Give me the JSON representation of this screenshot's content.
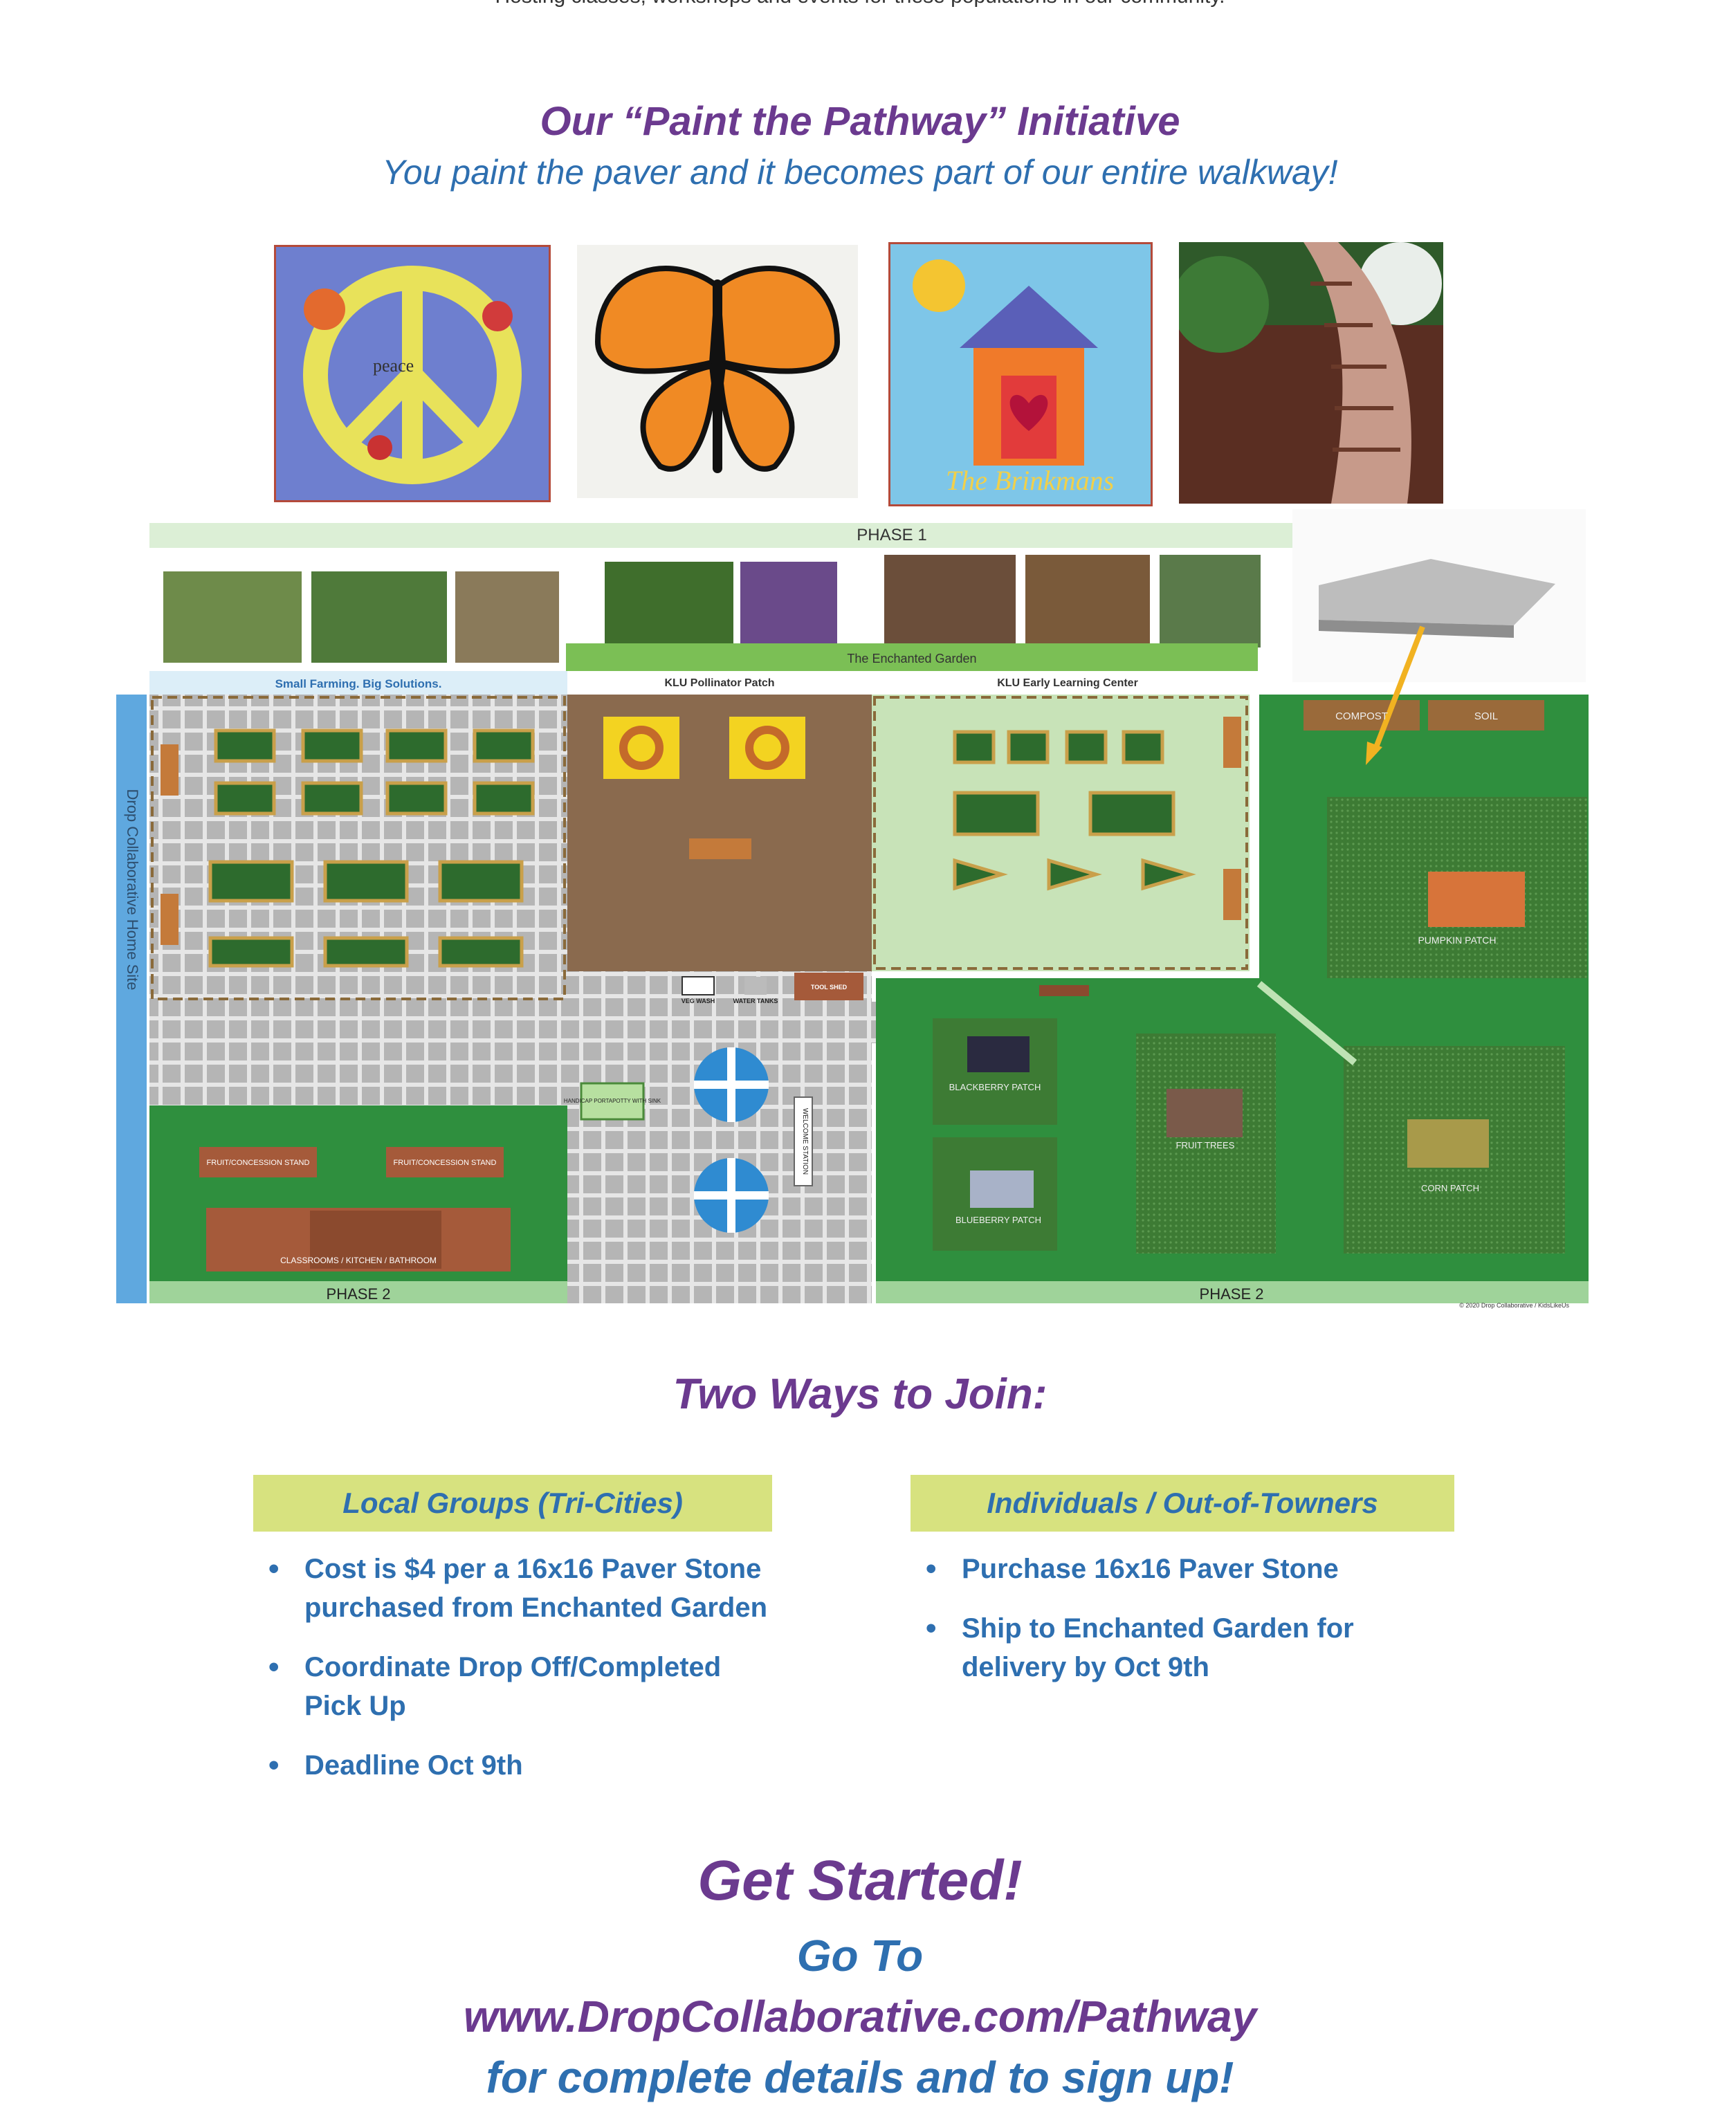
{
  "header": {
    "intro_line": "Hosting classes, workshops and events for these populations in our community."
  },
  "initiative": {
    "title": "Our “Paint the Pathway” Initiative",
    "subtitle": "You paint the paver and it becomes part of our entire walkway!"
  },
  "photos": [
    {
      "name": "peace-paver-photo",
      "text": "peace"
    },
    {
      "name": "butterfly-paver-photo",
      "text": ""
    },
    {
      "name": "house-paver-photo",
      "text": "The Brinkmans"
    },
    {
      "name": "pathway-photo",
      "text": ""
    }
  ],
  "site_map": {
    "phase1": "PHASE 1",
    "enchanted_garden": "The Enchanted Garden",
    "small_farming": "Small Farming. Big Solutions.",
    "pollinator": "KLU Pollinator Patch",
    "early_learning": "KLU Early Learning Center",
    "home_site": "Drop Collaborative Home Site",
    "compost": "COMPOST",
    "soil": "SOIL",
    "pumpkin": "PUMPKIN PATCH",
    "veg_wash": "VEG WASH",
    "water_tanks": "WATER TANKS",
    "tool_shed": "TOOL SHED",
    "handicap": "HANDICAP PORTAPOTTY WITH SINK",
    "welcome": "WELCOME STATION",
    "fruit_stand_1": "FRUIT/CONCESSION STAND",
    "fruit_stand_2": "FRUIT/CONCESSION STAND",
    "classrooms": "CLASSROOMS / KITCHEN / BATHROOM",
    "blackberry": "BLACKBERRY PATCH",
    "blueberry": "BLUEBERRY PATCH",
    "fruit_trees": "FRUIT TREES",
    "corn": "CORN PATCH",
    "phase2_left": "PHASE 2",
    "phase2_right": "PHASE 2",
    "copyright": "© 2020 Drop Collaborative / KidsLikeUs"
  },
  "join": {
    "title": "Two Ways to Join:",
    "local": {
      "heading": "Local Groups (Tri-Cities)",
      "items": [
        "Cost is $4 per a 16x16 Paver Stone purchased from Enchanted Garden",
        "Coordinate Drop Off/Completed Pick Up",
        "Deadline Oct 9th"
      ]
    },
    "individual": {
      "heading": "Individuals / Out-of-Towners",
      "items": [
        "Purchase 16x16 Paver Stone",
        "Ship to Enchanted Garden for delivery by Oct 9th"
      ]
    }
  },
  "cta": {
    "get_started": "Get Started!",
    "go_to": "Go To",
    "url": "www.DropCollaborative.com/Pathway",
    "details": "for complete details and to sign up!"
  },
  "colors": {
    "purple": "#6b3a8f",
    "blue": "#2e6fb0",
    "join_box": "#d7e27f",
    "map_green": "#2f8f3e",
    "paver_gray": "#b5b5b5"
  }
}
